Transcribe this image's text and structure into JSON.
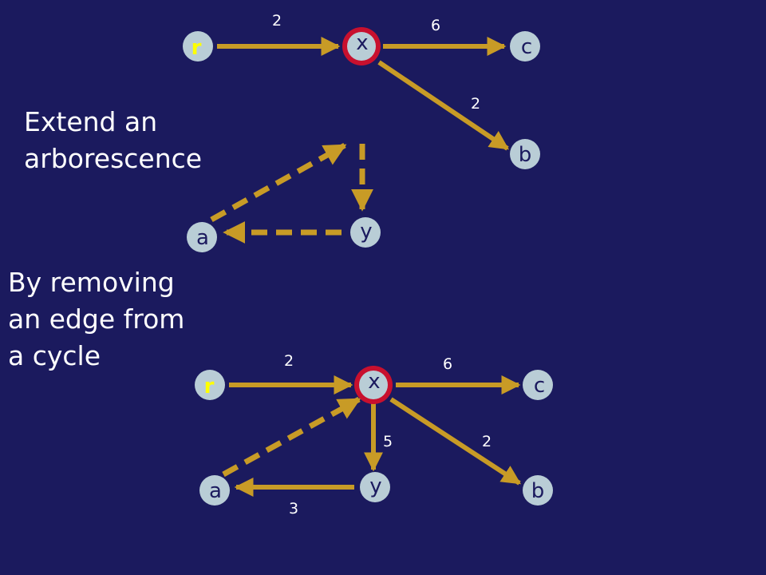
{
  "captions": {
    "top": "Extend an\narborescence",
    "bottom": "By removing\nan edge from\na cycle"
  },
  "colors": {
    "background": "#1b1a5e",
    "edge": "#c89b26",
    "node_fill": "#b9cdd6",
    "highlight_ring": "#c8102e",
    "root_label": "#ffff00",
    "label": "#1b1a5e",
    "text": "#ffffff"
  },
  "top_graph": {
    "nodes": {
      "r": "r",
      "x": "x",
      "c": "c",
      "b": "b",
      "a": "a",
      "y": "y"
    },
    "weights": {
      "r_x": "2",
      "x_c": "6",
      "x_b": "2"
    }
  },
  "bottom_graph": {
    "nodes": {
      "r": "r",
      "x": "x",
      "c": "c",
      "b": "b",
      "a": "a",
      "y": "y"
    },
    "weights": {
      "r_x": "2",
      "x_c": "6",
      "x_b": "2",
      "x_y": "5",
      "y_a": "3"
    }
  }
}
